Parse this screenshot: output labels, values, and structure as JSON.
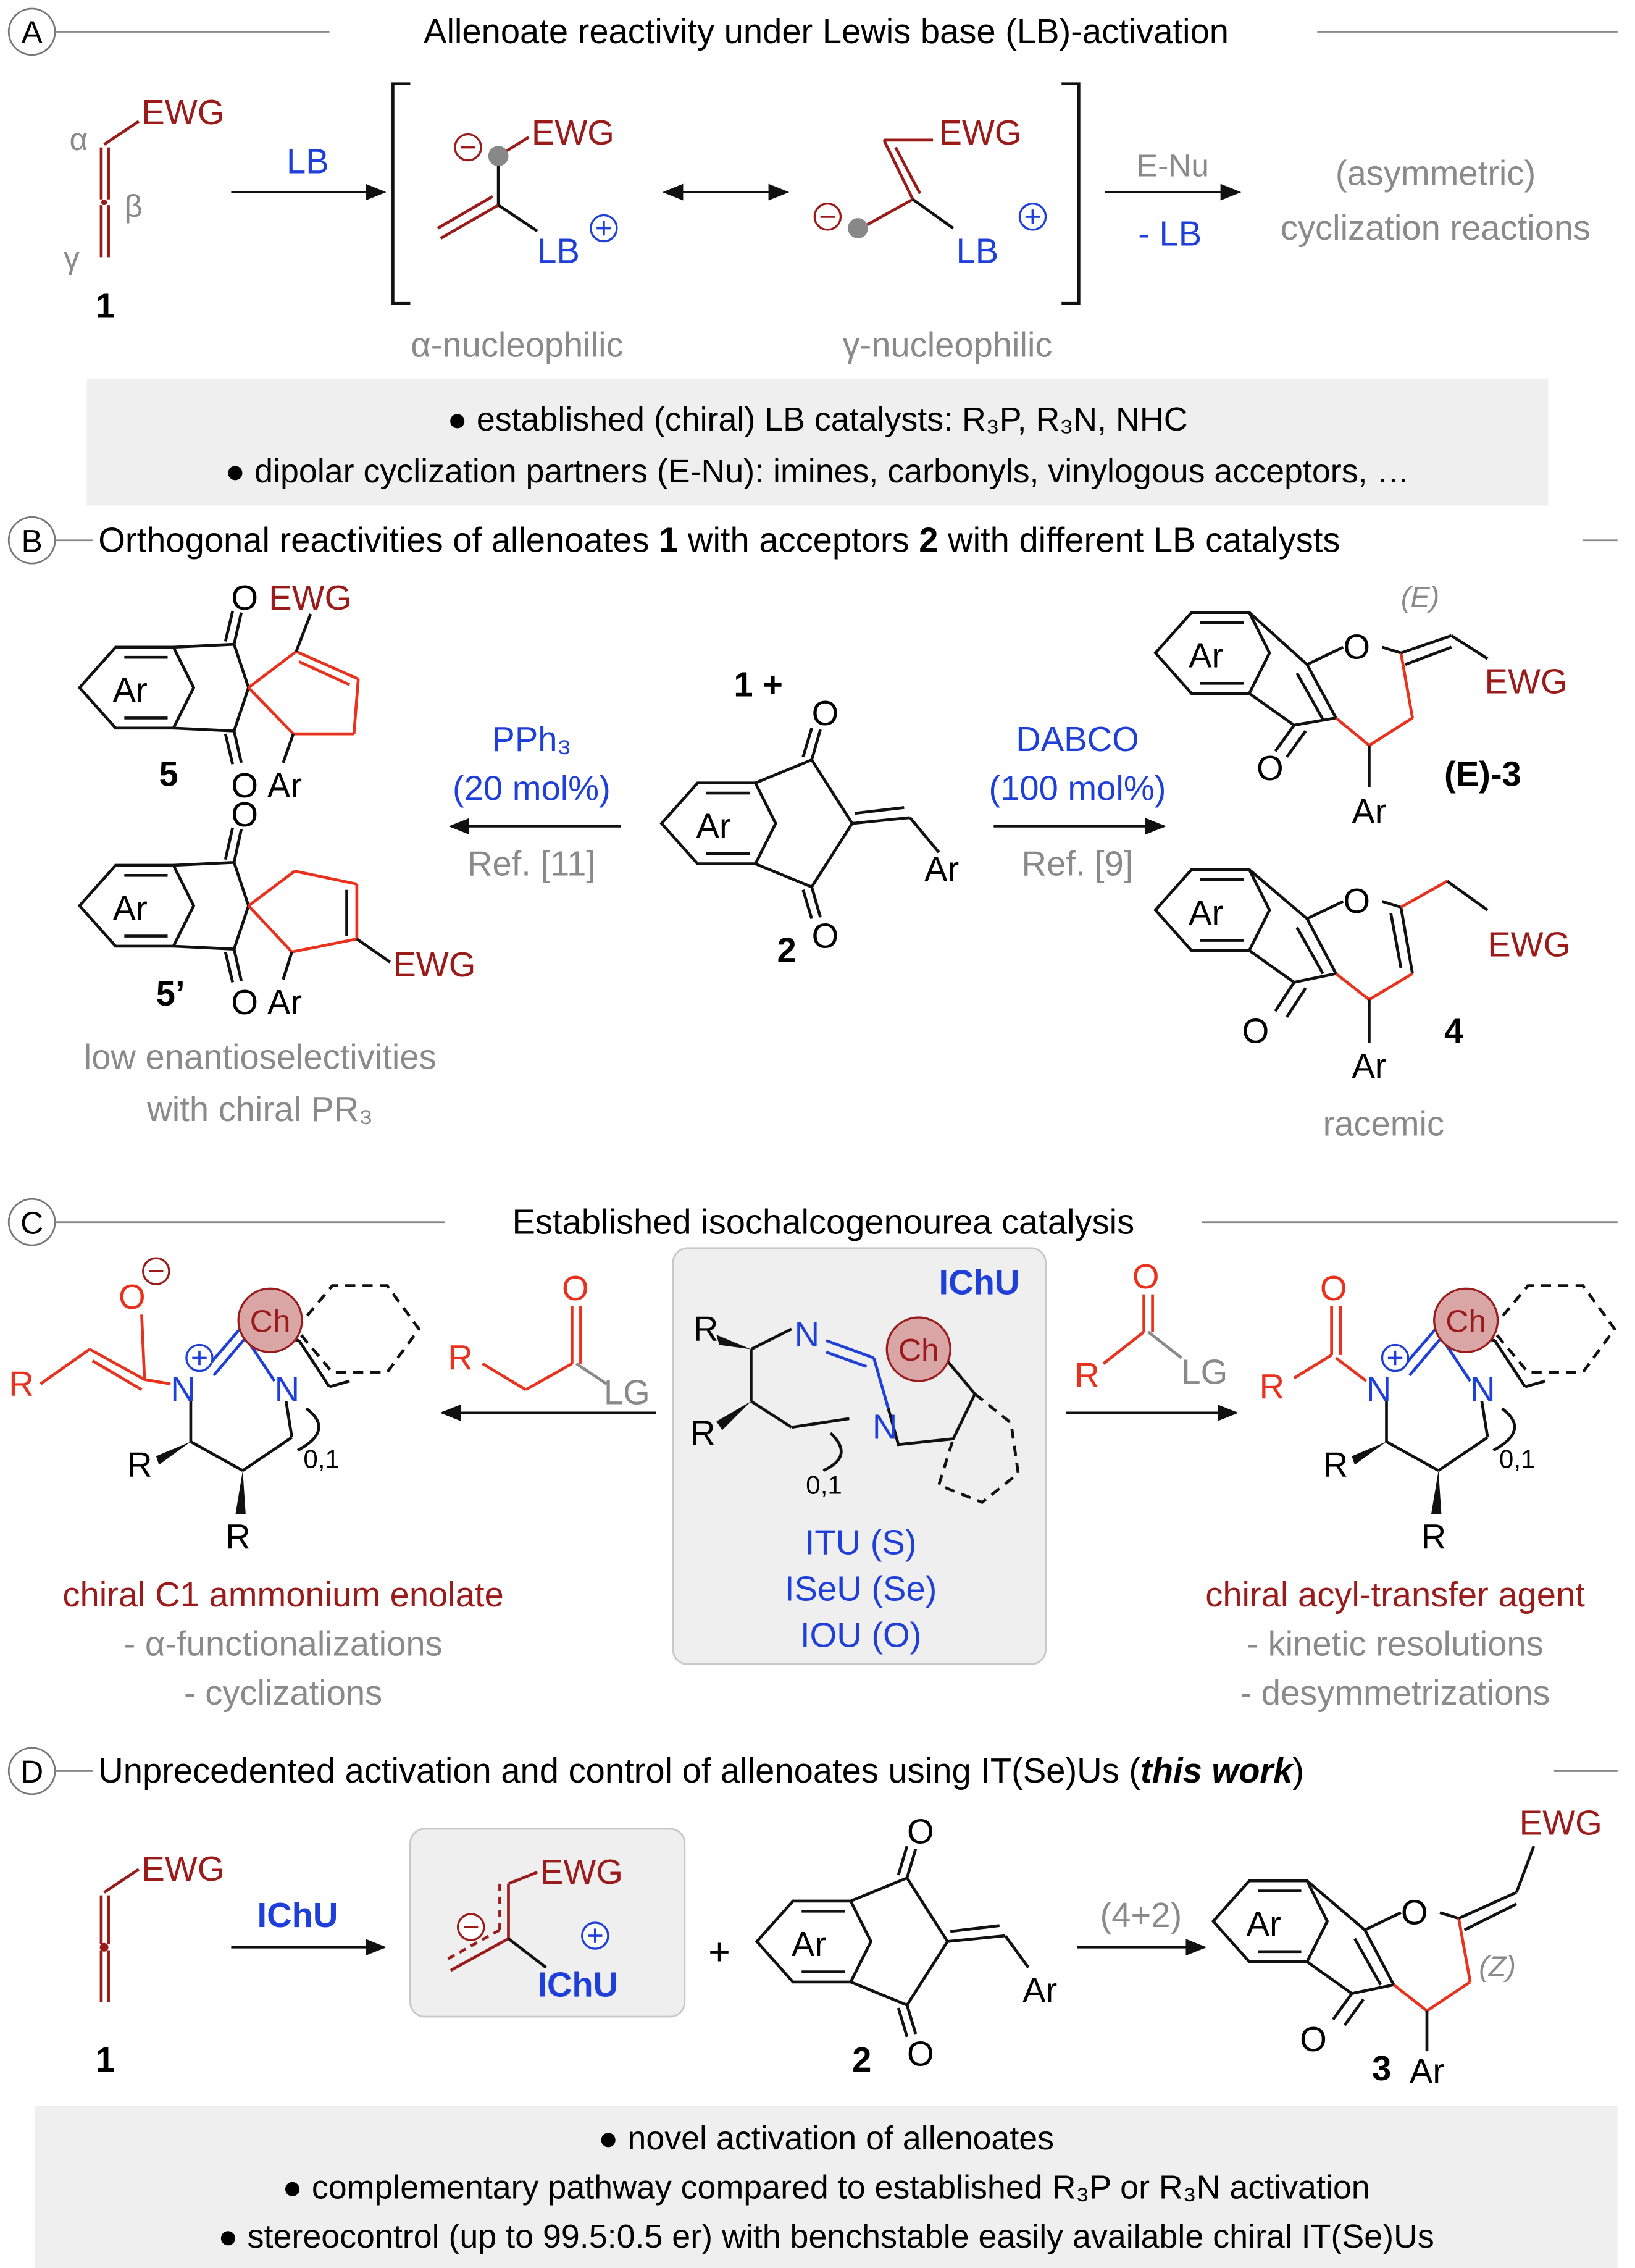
{
  "colors": {
    "ewg_red": "#9b1b1b",
    "lb_blue": "#1f3fd9",
    "bond_red": "#e8321e",
    "grey_text": "#8a8a8a",
    "box_grey": "#efefef",
    "ch_circle": "#d9a5a5"
  },
  "panelA": {
    "letter": "A",
    "title": "Allenoate reactivity under Lewis base (LB)-activation",
    "alpha": "α",
    "beta": "β",
    "gamma": "γ",
    "ewg": "EWG",
    "compound1": "1",
    "lb_arrow": "LB",
    "lb": "LB",
    "plus": "+",
    "minus": "−",
    "reagent": "E-Nu",
    "minus_lb": "- LB",
    "product_line1": "(asymmetric)",
    "product_line2": "cyclization reactions",
    "alpha_nuc": "α-nucleophilic",
    "gamma_nuc": "γ-nucleophilic",
    "bullet1": "● established (chiral) LB catalysts: R₃P, R₃N, NHC",
    "bullet2": "● dipolar cyclization partners (E-Nu): imines, carbonyls, vinylogous acceptors, …"
  },
  "panelB": {
    "letter": "B",
    "title_pre": "Orthogonal reactivities of allenoates ",
    "title_b1": "1",
    "title_mid": " with acceptors ",
    "title_b2": "2",
    "title_post": " with different LB catalysts",
    "ar": "Ar",
    "o": "O",
    "ewg": "EWG",
    "one_plus": "1 +",
    "label2": "2",
    "label5": "5",
    "label5p": "5’",
    "label3": "(E)-3",
    "label4": "4",
    "e_tag": "(E)",
    "cat_left": "PPh₃",
    "cat_left_load": "(20 mol%)",
    "ref_left": "Ref. [11]",
    "cat_right": "DABCO",
    "cat_right_load": "(100 mol%)",
    "ref_right": "Ref. [9]",
    "note_left1": "low enantioselectivities",
    "note_left2": "with chiral PR₃",
    "note_right": "racemic"
  },
  "panelC": {
    "letter": "C",
    "title": "Established isochalcogenourea catalysis",
    "ichu": "IChU",
    "itu": "ITU (S)",
    "iseu": "ISeU (Se)",
    "iou": "IOU (O)",
    "ch": "Ch",
    "n": "N",
    "r": "R",
    "o": "O",
    "lg": "LG",
    "ring_index": "0,1",
    "left_title": "chiral C1 ammonium enolate",
    "left_b1": "- α-functionalizations",
    "left_b2": "- cyclizations",
    "right_title": "chiral acyl-transfer agent",
    "right_b1": "- kinetic resolutions",
    "right_b2": "- desymmetrizations"
  },
  "panelD": {
    "letter": "D",
    "title_pre": "Unprecedented activation and control of allenoates using IT(Se)Us (",
    "title_em": "this work",
    "title_post": ")",
    "ewg": "EWG",
    "ichu": "IChU",
    "label1": "1",
    "label2": "2",
    "label3": "3",
    "ar": "Ar",
    "o": "O",
    "plus_sign": "+",
    "cycloaddition": "(4+2)",
    "z_tag": "(Z)",
    "bullet1": "● novel activation of allenoates",
    "bullet2": "● complementary pathway compared to established R₃P or R₃N activation",
    "bullet3": "● stereocontrol (up to 99.5:0.5 er) with benchstable easily available chiral IT(Se)Us"
  }
}
